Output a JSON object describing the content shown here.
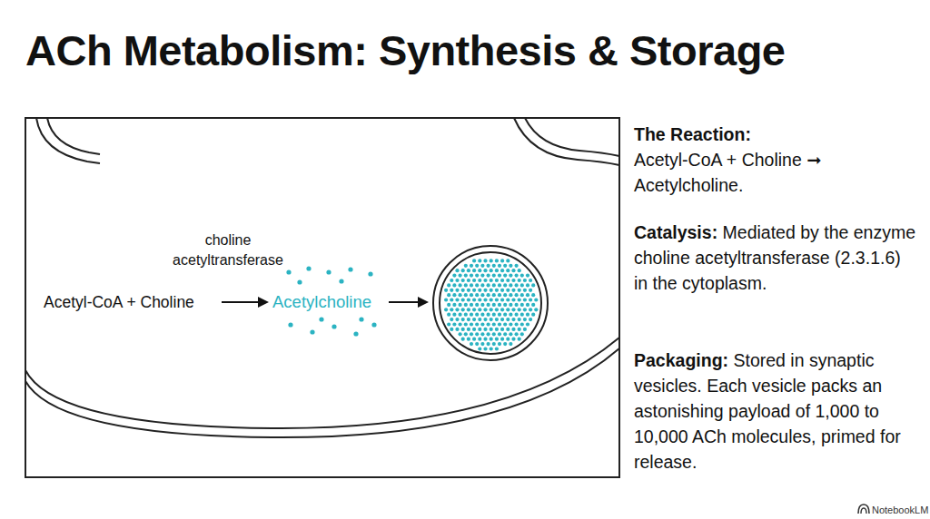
{
  "diagram": {
    "title": "ACh Metabolism: Synthesis & Storage",
    "labels": [
      "choline acetyltransferase",
      "Acetyl-CoA + Choline",
      "Acetylcholine",
      "The Reaction:",
      "Acetyl-CoA + Choline ➞ Acetylcholine.",
      "Catalysis:",
      "Mediated by the enzyme choline acetyltransferase (2.3.1.6) in the cytoplasm.",
      "Packaging:",
      "Stored in synaptic vesicles. Each vesicle packs an astonishing payload of 1,000 to 10,000 ACh molecules, primed for release.",
      "NotebookLM"
    ]
  }
}
